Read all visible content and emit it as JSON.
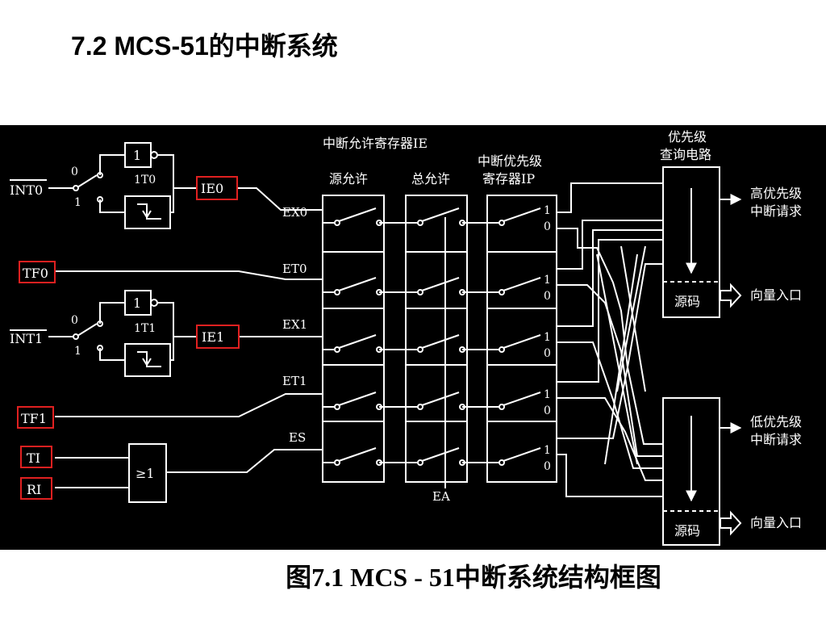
{
  "slide": {
    "title": "7.2   MCS-51的中断系统",
    "caption": "图7.1   MCS - 51中断系统结构框图"
  },
  "diagram": {
    "inputs": {
      "int0": "INT0",
      "tf0": "TF0",
      "int1": "INT1",
      "tf1": "TF1",
      "ti": "TI",
      "ri": "RI"
    },
    "flags": {
      "ie0": "IE0",
      "ie1": "IE1"
    },
    "gate_labels": {
      "not0": "1",
      "not1": "1",
      "it0": "1T0",
      "it1": "1T1",
      "or_gate": "≥1",
      "sw0_off": "0",
      "sw0_on": "1",
      "sw1_off": "0",
      "sw1_on": "1"
    },
    "line_labels": {
      "ex0": "EX0",
      "et0": "ET0",
      "ex1": "EX1",
      "et1": "ET1",
      "es": "ES",
      "ea": "EA"
    },
    "headers": {
      "ie_register": "中断允许寄存器IE",
      "source_enable": "源允许",
      "global_enable": "总允许",
      "ip_line1": "中断优先级",
      "ip_line2": "寄存器IP",
      "poll_line1": "优先级",
      "poll_line2": "查询电路"
    },
    "ip_bits": {
      "one": "1",
      "zero": "0"
    },
    "outputs": {
      "high_line1": "高优先级",
      "high_line2": "中断请求",
      "low_line1": "低优先级",
      "low_line2": "中断请求",
      "vector1": "向量入口",
      "vector2": "向量入口",
      "source_code1": "源码",
      "source_code2": "源码"
    },
    "colors": {
      "background": "#000000",
      "line": "#ffffff",
      "highlight": "#e02020"
    }
  }
}
